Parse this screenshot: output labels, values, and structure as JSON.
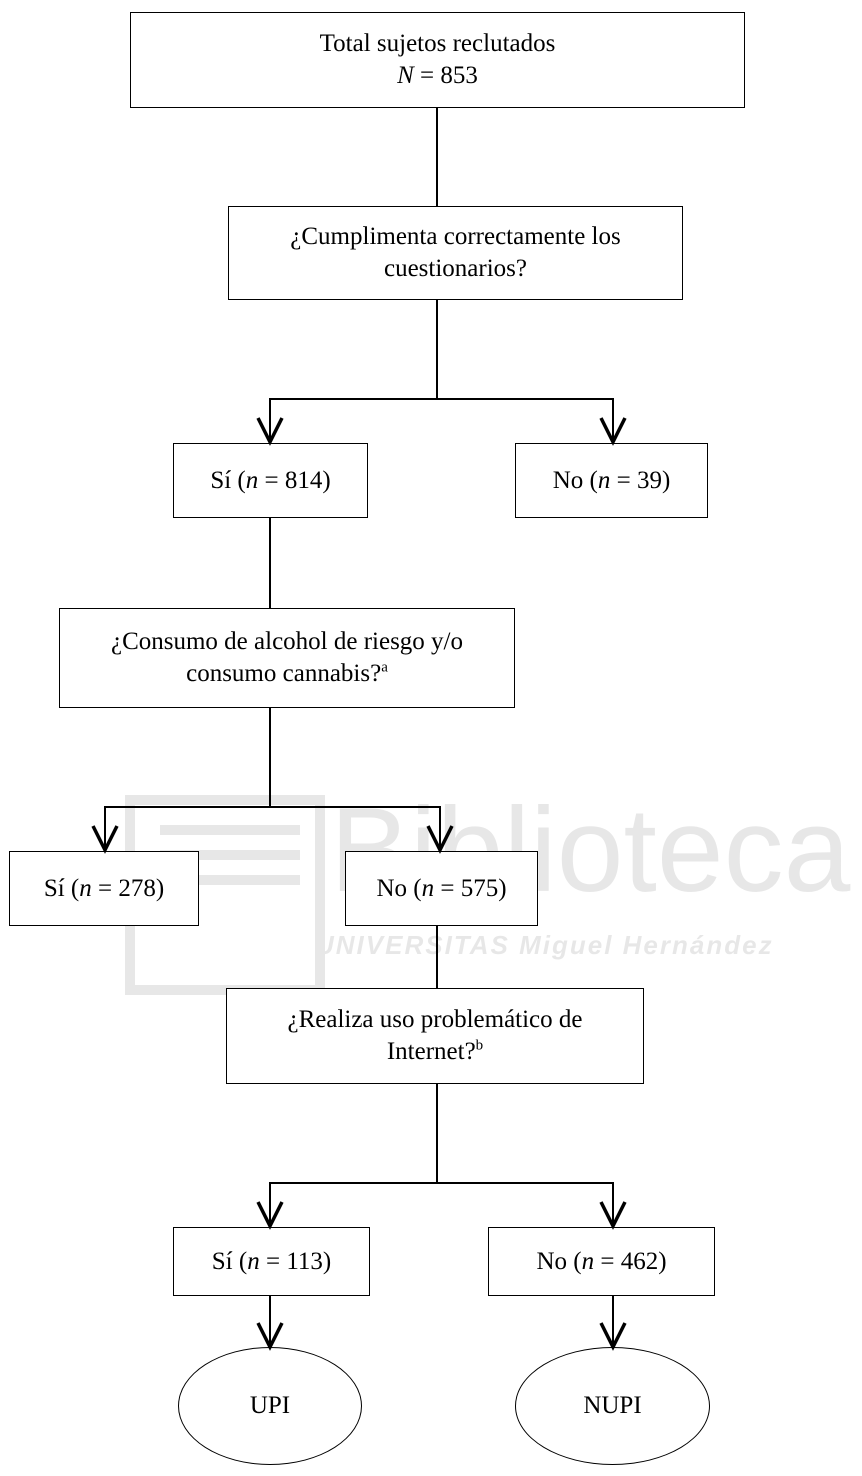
{
  "watermark": {
    "name": "Biblioteca",
    "subtitle": "UNIVERSITAS Miguel Hernández"
  },
  "nodes": {
    "total": {
      "line1": "Total sujetos reclutados",
      "var": "N",
      "rest": " = 853"
    },
    "q1": {
      "line1": "¿Cumplimenta correctamente los",
      "line2": "cuestionarios?"
    },
    "q1_yes": {
      "pre": "Sí (",
      "var": "n",
      "rest": " = 814)"
    },
    "q1_no": {
      "pre": "No (",
      "var": "n",
      "rest": " = 39)"
    },
    "q2": {
      "line1": "¿Consumo de alcohol de riesgo y/o",
      "line2": "consumo cannabis?",
      "sup": "a"
    },
    "q2_yes": {
      "pre": "Sí (",
      "var": "n",
      "rest": " = 278)"
    },
    "q2_no": {
      "pre": "No (",
      "var": "n",
      "rest": " = 575)"
    },
    "q3": {
      "line1": "¿Realiza uso problemático de",
      "line2": "Internet?",
      "sup": "b"
    },
    "q3_yes": {
      "pre": "Sí (",
      "var": "n",
      "rest": " = 113)"
    },
    "q3_no": {
      "pre": "No (",
      "var": "n",
      "rest": " = 462)"
    },
    "upi": {
      "label": "UPI"
    },
    "nupi": {
      "label": "NUPI"
    }
  }
}
